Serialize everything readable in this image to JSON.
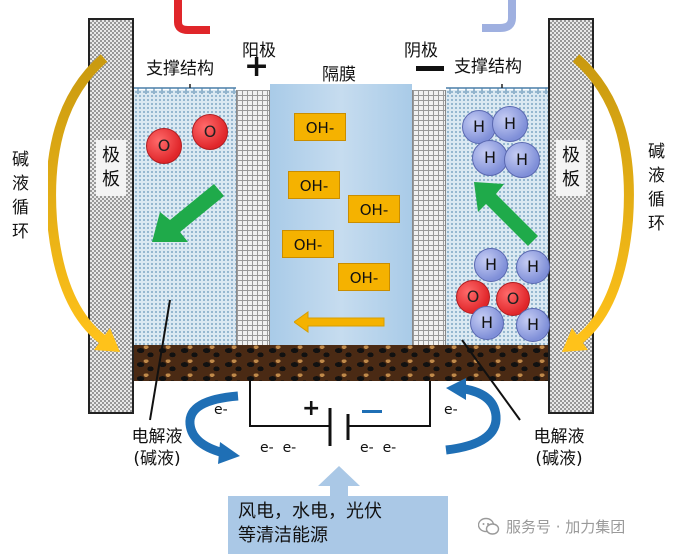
{
  "labels": {
    "support_left": "支撑结构",
    "support_right": "支撑结构",
    "anode": "阳极",
    "cathode": "阴极",
    "membrane": "隔膜",
    "plate": "极板",
    "alkali_cycle": "碱液循环",
    "electrolyte": "电解液",
    "electrolyte_sub": "(碱液)",
    "plus_sign": "+",
    "minus_sign": "−",
    "e_minus": "e-",
    "e_pair": "e-  e-",
    "source_line1": "风电，水电，光伏",
    "source_line2": "等清洁能源",
    "watermark": "服务号 · 加力集团"
  },
  "ions": [
    "OH-",
    "OH-",
    "OH-",
    "OH-",
    "OH-"
  ],
  "atoms": {
    "oxygen": "O",
    "hydrogen": "H"
  },
  "colors": {
    "oh_box": "#f5b200",
    "oxygen": "#e0262a",
    "hydrogen": "#8a98de",
    "membrane": "#b6d2ea",
    "arrow_green": "#1faa4a",
    "arrow_gold": "#f0b400",
    "arrow_blue": "#1f6fb5",
    "source_box": "#aac8e6"
  },
  "icons": [
    "wechat-icon"
  ]
}
